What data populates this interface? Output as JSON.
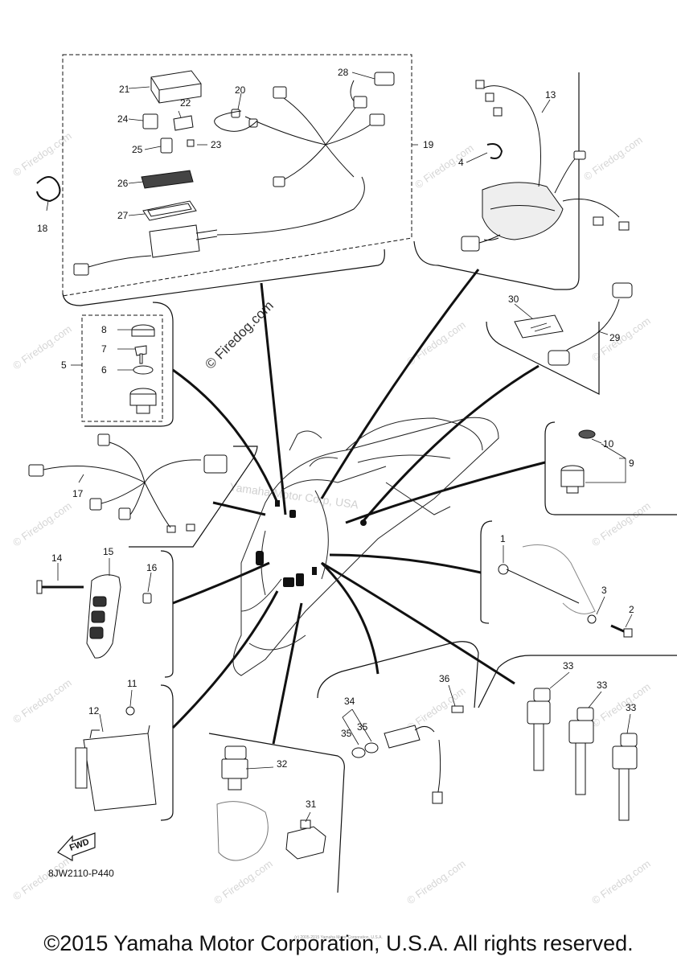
{
  "diagram": {
    "reference_code": "8JW2110-P440",
    "fwd_label": "FWD",
    "watermark_main": "© Firedog.com",
    "watermark_center": "Yamaha Motor Corp, USA",
    "watermark_repeat": "© Firedog.com"
  },
  "callouts": [
    "1",
    "2",
    "3",
    "4",
    "5",
    "6",
    "7",
    "8",
    "9",
    "10",
    "11",
    "12",
    "13",
    "14",
    "15",
    "16",
    "17",
    "18",
    "19",
    "20",
    "21",
    "22",
    "23",
    "24",
    "25",
    "26",
    "27",
    "28",
    "29",
    "30",
    "31",
    "32",
    "33",
    "33",
    "33",
    "34",
    "35",
    "35",
    "36"
  ],
  "footer": {
    "copyright": "©2015 Yamaha Motor Corporation, U.S.A. All rights reserved.",
    "fine_print": "(c) 2005-2015 Yamaha Motor Corporation, U.S.A."
  }
}
